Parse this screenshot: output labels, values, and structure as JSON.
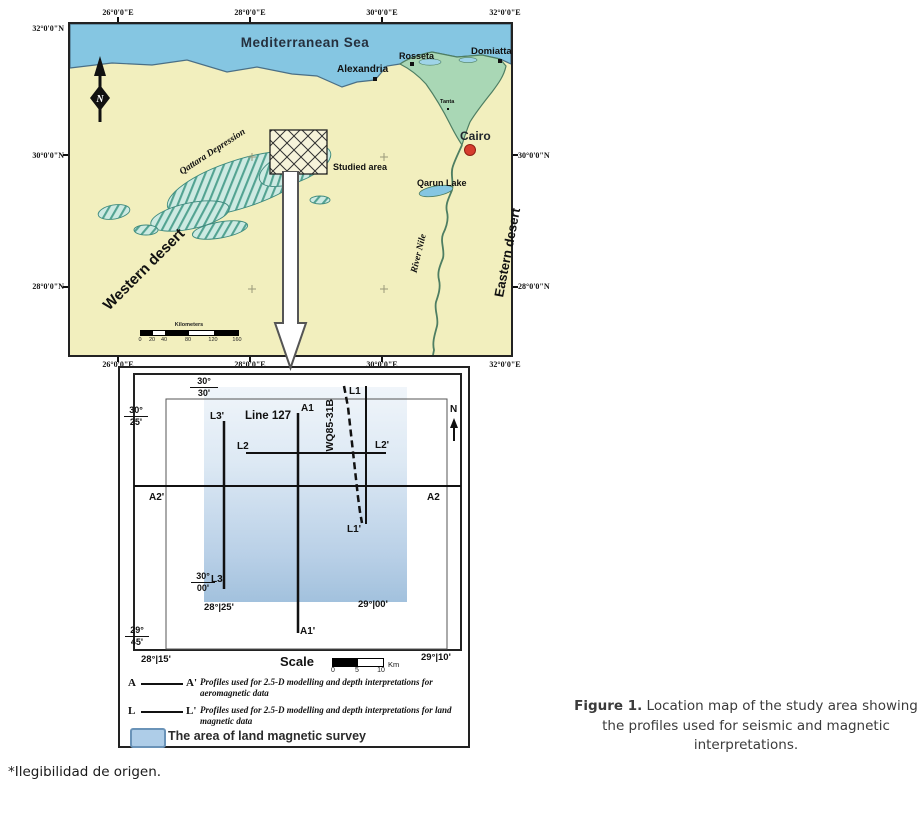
{
  "page": {
    "footnote": "*Ilegibilidad de origen."
  },
  "caption": {
    "label": "Figure 1.",
    "text": " Location map of the study area showing the profiles used for seismic and magnetic interpretations."
  },
  "top_map": {
    "axis": {
      "lon": [
        "26°0'0\"E",
        "28°0'0\"E",
        "30°0'0\"E",
        "32°0'0\"E"
      ],
      "lat_left": [
        "32°0'0\"N",
        "30°0'0\"N",
        "28°0'0\"N"
      ],
      "lat_right": [
        "30°0'0\"N",
        "28°0'0\"N"
      ]
    },
    "labels": {
      "sea": "Mediterranean Sea",
      "alexandria": "Alexandria",
      "rosseta": "Rosseta",
      "domiatta": "Domiatta",
      "tanta": "Tanta",
      "cairo": "Cairo",
      "qarun_lake": "Qarun Lake",
      "river_nile": "River Nile",
      "western_desert": "Western desert",
      "eastern_desert": "Eastern desert",
      "qattara": "Qattara Depression",
      "studied_area": "Studied area",
      "north": "N"
    },
    "scalebar": {
      "title": "Kilometers",
      "ticks": [
        "0",
        "20",
        "40",
        "80",
        "120",
        "160"
      ]
    },
    "colors": {
      "sea": "#85c6e2",
      "land": "#f2efbe",
      "delta": "#a9d7b5",
      "depression": "#cdeae2",
      "cairo_dot": "#d63d2e"
    }
  },
  "detail_map": {
    "labels": {
      "line127": "Line 127",
      "seismic_line": "WQ85-31B",
      "a1": "A1",
      "a1p": "A1'",
      "a2": "A2",
      "a2p": "A2'",
      "l1": "L1",
      "l1p": "L1'",
      "l2": "L2",
      "l2p": "L2'",
      "l3": "L3",
      "l3p": "L3'",
      "north": "N"
    },
    "coords": {
      "lat_30_30": [
        "30°",
        "30'"
      ],
      "lat_30_25": [
        "30°",
        "25'"
      ],
      "lat_30_00": [
        "30°",
        "00'"
      ],
      "lat_29_45": [
        "29°",
        "45'"
      ],
      "lon_inner_left": "28°|25'",
      "lon_inner_right": "29°|00'",
      "lon_outer_left": "28°|15'",
      "lon_outer_right": "29°|10'"
    },
    "scale": {
      "label": "Scale",
      "ticks": [
        "0",
        "5",
        "10"
      ],
      "unit": "Km"
    },
    "legend": {
      "rows": [
        {
          "start": "A",
          "end": "A'",
          "text": "Profiles used for 2.5-D modelling and depth interpretations for aeromagnetic data"
        },
        {
          "start": "L",
          "end": "L'",
          "text": "Profiles used for 2.5-D modelling and depth interpretations for land magnetic data"
        }
      ],
      "area_label": "The area of land magnetic survey",
      "area_color": "#aecde8"
    }
  }
}
